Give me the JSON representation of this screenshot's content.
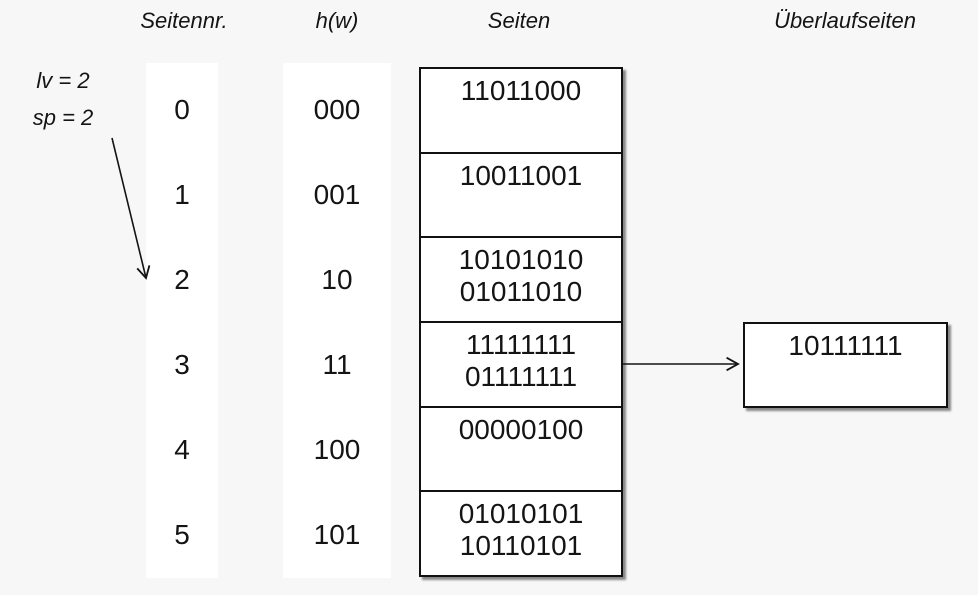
{
  "headers": {
    "page_number": "Seitennr.",
    "hash_function": "h(w)",
    "pages": "Seiten",
    "overflow_pages": "Überlaufseiten"
  },
  "state": {
    "level_label": "lv = 2",
    "split_pointer_label": "sp = 2"
  },
  "buckets": [
    {
      "page_number": "0",
      "hash": "000",
      "entries": [
        "11011000"
      ]
    },
    {
      "page_number": "1",
      "hash": "001",
      "entries": [
        "10011001"
      ]
    },
    {
      "page_number": "2",
      "hash": "10",
      "entries": [
        "10101010",
        "01011010"
      ]
    },
    {
      "page_number": "3",
      "hash": "11",
      "entries": [
        "11111111",
        "01111111"
      ]
    },
    {
      "page_number": "4",
      "hash": "100",
      "entries": [
        "00000100"
      ]
    },
    {
      "page_number": "5",
      "hash": "101",
      "entries": [
        "01010101",
        "10110101"
      ]
    }
  ],
  "overflow": {
    "entries": [
      "10111111"
    ],
    "attached_to_page": "3"
  },
  "colors": {
    "background": "#f7f7f7",
    "surface": "#ffffff",
    "ink": "#141414"
  }
}
